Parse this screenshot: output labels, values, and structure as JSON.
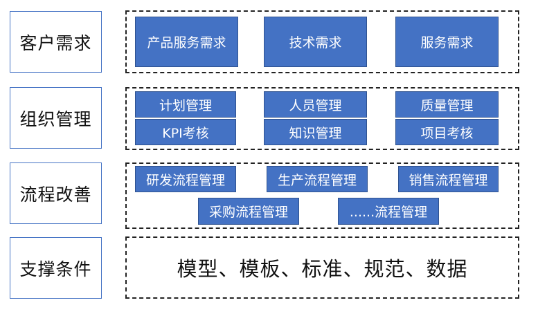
{
  "rows": {
    "customer": {
      "label": "客户需求",
      "items": [
        "产品服务需求",
        "技术需求",
        "服务需求"
      ]
    },
    "organization": {
      "label": "组织管理",
      "items": [
        "计划管理",
        "人员管理",
        "质量管理",
        "KPI考核",
        "知识管理",
        "项目考核"
      ]
    },
    "process": {
      "label": "流程改善",
      "items": [
        "研发流程管理",
        "生产流程管理",
        "销售流程管理",
        "采购流程管理",
        "......流程管理"
      ]
    },
    "support": {
      "label": "支撑条件",
      "content": "模型、模板、标准、规范、数据"
    }
  },
  "colors": {
    "box_fill": "#4472C4",
    "box_border": "#2F528F",
    "label_border": "#4472C4",
    "dash_border": "#222222"
  }
}
